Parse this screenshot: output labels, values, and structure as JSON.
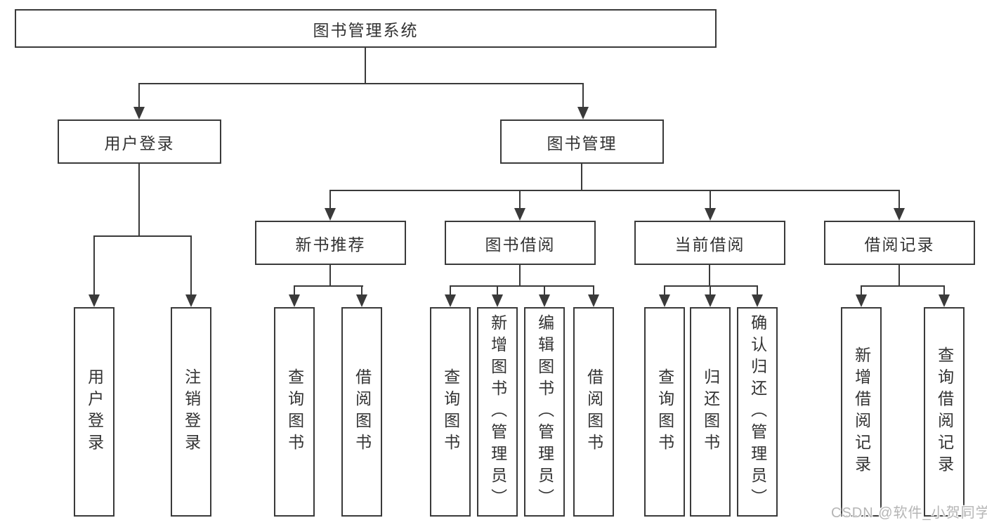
{
  "diagram": {
    "root_label": "图书管理系统",
    "level2": [
      {
        "label": "用户登录"
      },
      {
        "label": "图书管理"
      }
    ],
    "level3": [
      {
        "label": "新书推荐"
      },
      {
        "label": "图书借阅"
      },
      {
        "label": "当前借阅"
      },
      {
        "label": "借阅记录"
      }
    ],
    "leaves": {
      "login": [
        "用户登录",
        "注销登录"
      ],
      "newbook": [
        "查询图书",
        "借阅图书"
      ],
      "borrow": [
        "查询图书",
        "新增图书（管理员）",
        "编辑图书（管理员）",
        "借阅图书"
      ],
      "current": [
        "查询图书",
        "归还图书",
        "确认归还（管理员）"
      ],
      "record": [
        "新增借阅记录",
        "查询借阅记录"
      ]
    },
    "watermark": "CSDN @软件_小贺同学",
    "colors": {
      "line": "#3a3a3a",
      "text": "#333333",
      "background": "#ffffff",
      "watermark": "#b5b5b5"
    }
  }
}
